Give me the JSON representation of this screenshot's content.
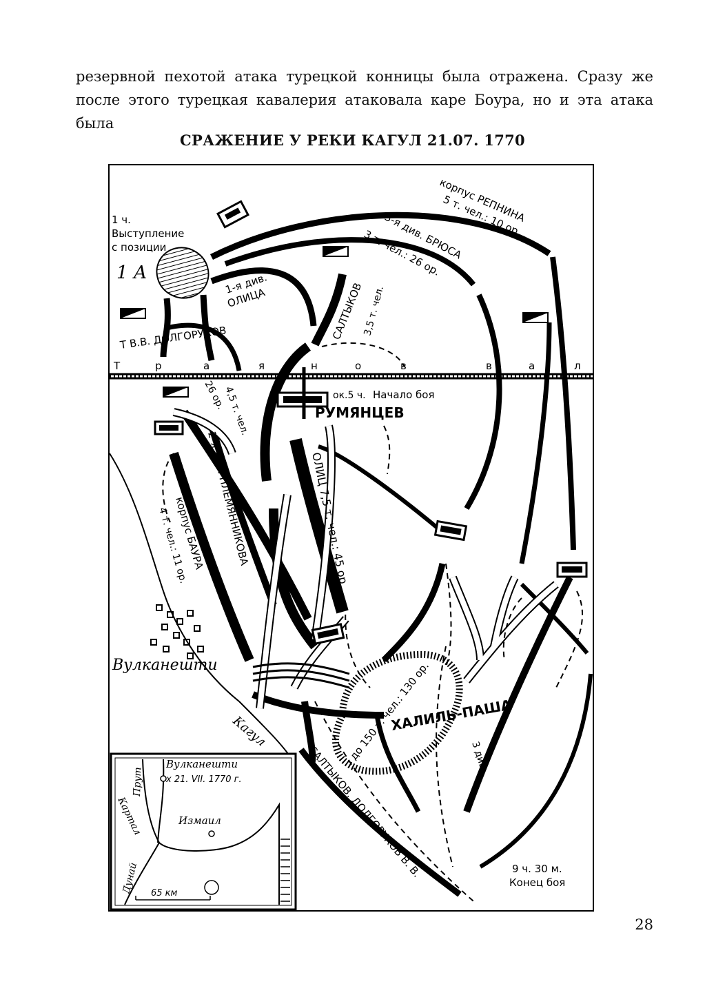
{
  "text": {
    "line1": "резервной пехотой атака турецкой конницы была отражена. Сразу же",
    "line2": "после этого турецкая кавалерия атаковала каре Боура, но и эта атака была"
  },
  "map_title": "СРАЖЕНИЕ У РЕКИ КАГУЛ 21.07. 1770",
  "map": {
    "label_1ch": "1 ч.",
    "label_vystuplenie": "Выступление",
    "label_s_pozicii": "с позиции",
    "label_1a": "1 А",
    "label_repnin_1": "корпус РЕПНИНА",
    "label_repnin_2": "5 т. чел.: 10 ор.",
    "label_bryus_1": "3-я див. БРЮСА",
    "label_bryus_2": "3 т. чел.: 26 ор.",
    "label_olic_div_1": "1-я див.",
    "label_olic_div_2": "ОЛИЦА",
    "label_saltykov_1": "САЛТЫКОВ",
    "label_saltykov_2": "3,5 т. чел.",
    "label_dolgorukov": "Т В.В. ДОЛГОРУКОВ",
    "trajan_letters": [
      "Т",
      "р",
      "а",
      "я",
      "н",
      "о",
      "в",
      "в",
      "а",
      "л"
    ],
    "label_ok5": "ок.5 ч.",
    "label_nachalo": "Начало боя",
    "label_rumyancev": "РУМЯНЦЕВ",
    "label_plem_1": "26 ор.",
    "label_plem_2": "4,5 т. чел.",
    "label_plem_3": "2-я див. ПЛЕМЯННИКОВА",
    "label_olic_big": "ОЛИЦ 7,5 т. чел.: 45 ор",
    "label_baur_1": "корпус БАУРА",
    "label_baur_2": "4 т. чел.: 11 ор.",
    "label_vulkaneshti": "Вулканешти",
    "label_kagul": "Кагул",
    "label_halil_1": "до 150 т. чел.: 130 ор.",
    "label_halil_2": "ХАЛИЛЬ-ПАША",
    "label_3div": "3 див.",
    "label_saltykov_dolg": "САЛТЫКОВ. ДОЛГОРУКОВ В. В.",
    "label_end_1": "9 ч. 30 м.",
    "label_end_2": "Конец боя",
    "inset": {
      "vulkaneshti": "Вулканешти",
      "date": "х 21. VII. 1770 г.",
      "prut": "Прут",
      "kartal": "Картал",
      "izmail": "Измаил",
      "dunai": "Дунай",
      "scale": "65 км"
    }
  },
  "page_number": "28"
}
